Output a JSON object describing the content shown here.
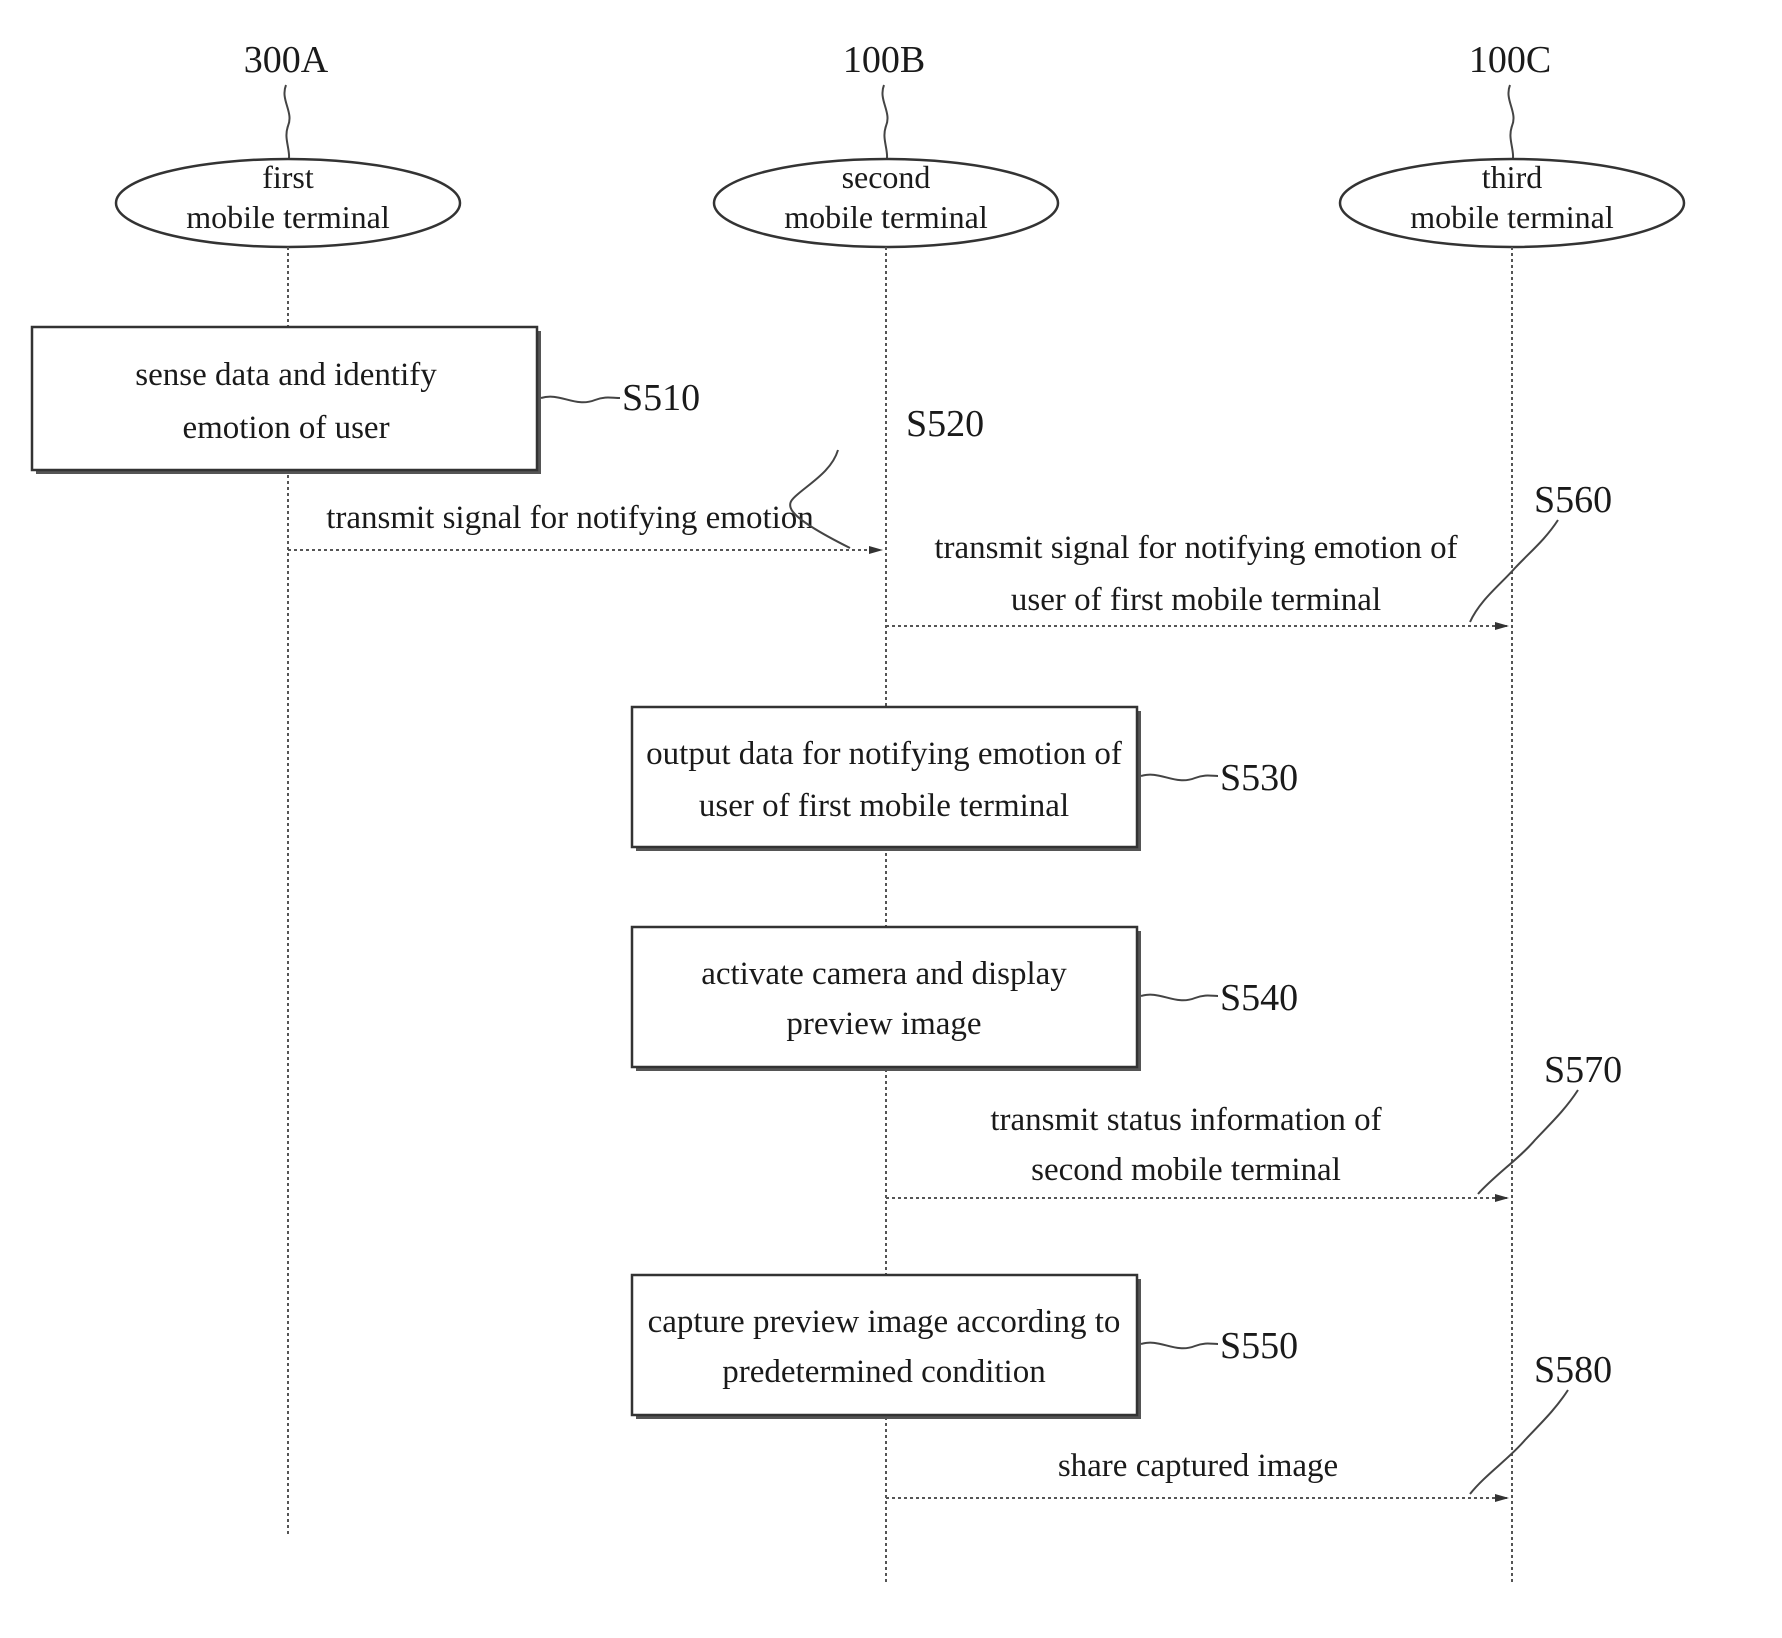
{
  "participants": [
    {
      "ref": "300A",
      "name_line1": "first",
      "name_line2": "mobile terminal"
    },
    {
      "ref": "100B",
      "name_line1": "second",
      "name_line2": "mobile terminal"
    },
    {
      "ref": "100C",
      "name_line1": "third",
      "name_line2": "mobile terminal"
    }
  ],
  "steps": {
    "s510": {
      "id": "S510",
      "line1": "sense data and identify",
      "line2": "emotion of user"
    },
    "s520": {
      "id": "S520",
      "line1": "transmit signal for notifying emotion"
    },
    "s530": {
      "id": "S530",
      "line1": "output data for notifying emotion of",
      "line2": "user of first mobile terminal"
    },
    "s540": {
      "id": "S540",
      "line1": "activate camera and display",
      "line2": "preview image"
    },
    "s550": {
      "id": "S550",
      "line1": "capture preview image according to",
      "line2": "predetermined condition"
    },
    "s560": {
      "id": "S560",
      "line1": "transmit signal for notifying emotion of",
      "line2": "user of first mobile terminal"
    },
    "s570": {
      "id": "S570",
      "line1": "transmit status information of",
      "line2": "second mobile terminal"
    },
    "s580": {
      "id": "S580",
      "line1": "share captured image"
    }
  }
}
